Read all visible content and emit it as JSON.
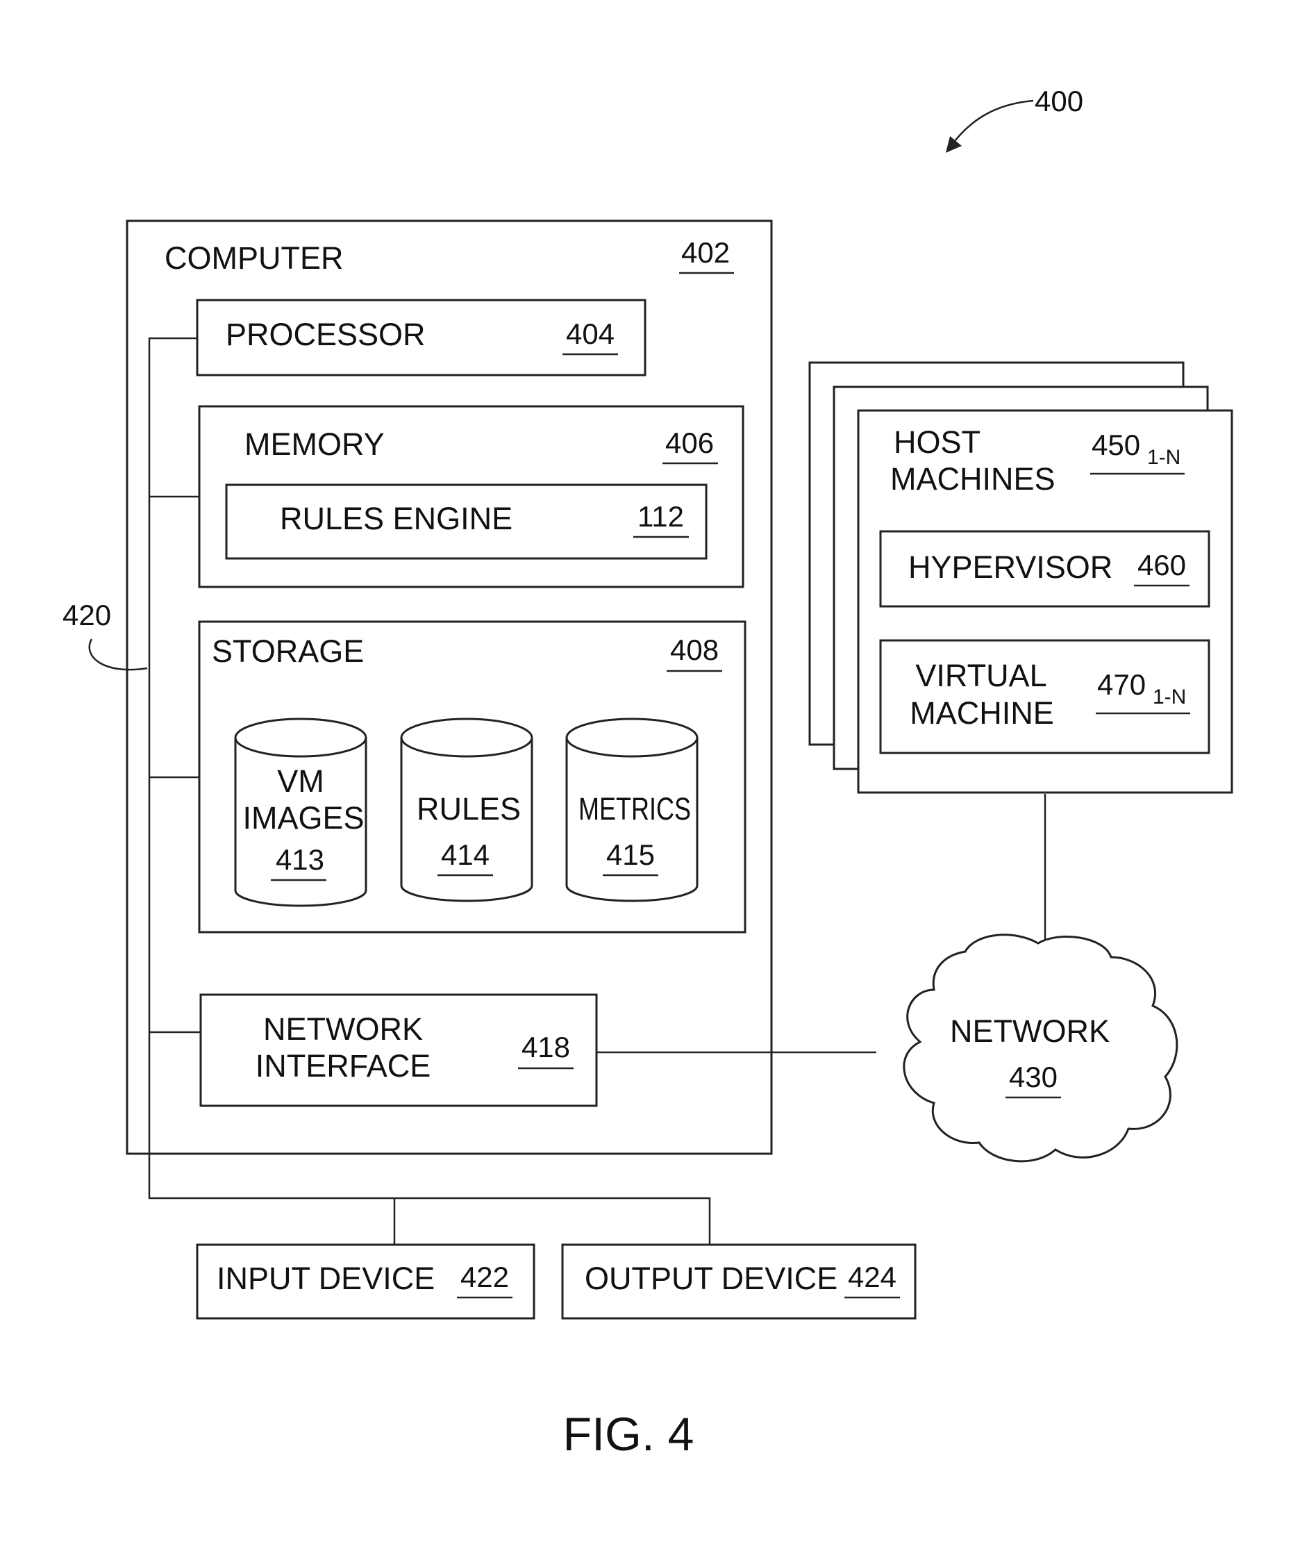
{
  "figure": {
    "ref": "400",
    "caption": "FIG. 4"
  },
  "computer": {
    "label": "COMPUTER",
    "ref": "402"
  },
  "processor": {
    "label": "PROCESSOR",
    "ref": "404"
  },
  "memory": {
    "label": "MEMORY",
    "ref": "406"
  },
  "rules_engine": {
    "label": "RULES ENGINE",
    "ref": "112"
  },
  "storage": {
    "label": "STORAGE",
    "ref": "408"
  },
  "vm_images": {
    "label_line1": "VM",
    "label_line2": "IMAGES",
    "ref": "413"
  },
  "rules": {
    "label": "RULES",
    "ref": "414"
  },
  "metrics": {
    "label": "METRICS",
    "ref": "415"
  },
  "network_interface": {
    "label_line1": "NETWORK",
    "label_line2": "INTERFACE",
    "ref": "418"
  },
  "bus": {
    "ref": "420"
  },
  "input_device": {
    "label": "INPUT DEVICE",
    "ref": "422"
  },
  "output_device": {
    "label": "OUTPUT DEVICE",
    "ref": "424"
  },
  "network": {
    "label": "NETWORK",
    "ref": "430"
  },
  "host_machines": {
    "label_line1": "HOST",
    "label_line2": "MACHINES",
    "ref": "450",
    "ref_sub": "1-N"
  },
  "hypervisor": {
    "label": "HYPERVISOR",
    "ref": "460"
  },
  "virtual_machine": {
    "label_line1": "VIRTUAL",
    "label_line2": "MACHINE",
    "ref": "470",
    "ref_sub": "1-N"
  }
}
